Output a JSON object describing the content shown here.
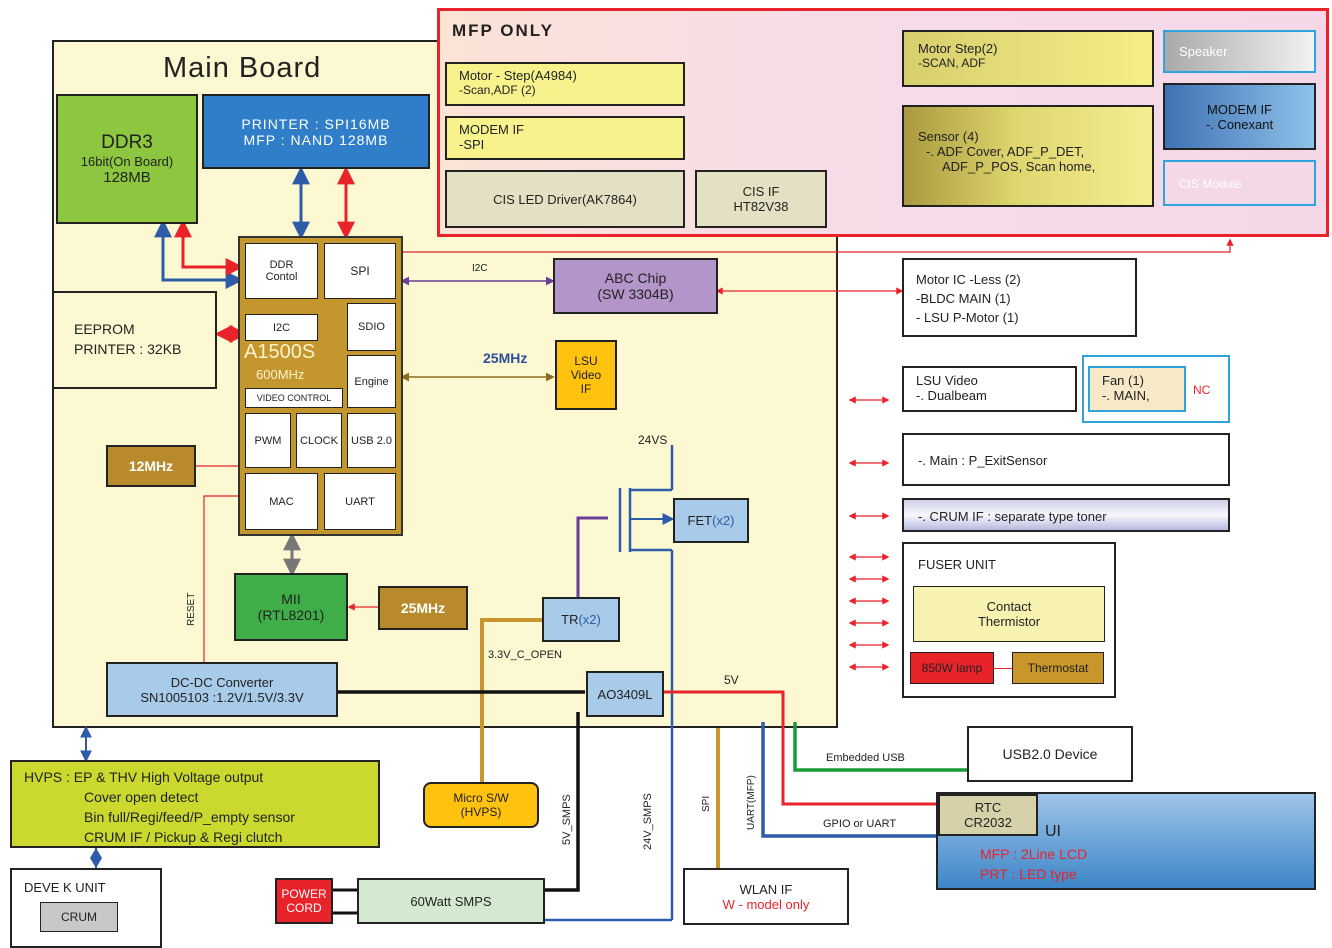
{
  "main_board": {
    "title": "Main Board"
  },
  "mfp_only": {
    "title": "MFP ONLY"
  },
  "ddr3": {
    "line1": "DDR3",
    "line2": "16bit(On Board)",
    "line3": "128MB"
  },
  "printer_mem": {
    "line1": "PRINTER : SPI16MB",
    "line2": "MFP : NAND 128MB"
  },
  "eeprom": {
    "line1": "EEPROM",
    "line2": "PRINTER : 32KB"
  },
  "soc": {
    "name": "A1500S",
    "freq": "600MHz",
    "blocks": {
      "ddr": "DDR Contol",
      "spi": "SPI",
      "i2c": "I2C",
      "sdio": "SDIO",
      "engine": "Engine",
      "video": "VIDEO CONTROL",
      "pwm": "PWM",
      "clock": "CLOCK",
      "usb": "USB 2.0",
      "mac": "MAC",
      "uart": "UART"
    }
  },
  "clk12": "12MHz",
  "clk25a": "25MHz",
  "clk25b": "25MHz",
  "abc_chip": {
    "line1": "ABC Chip",
    "line2": "(SW 3304B)"
  },
  "i2c_label": "I2C",
  "lsu_video_if": {
    "line1": "LSU",
    "line2": "Video",
    "line3": "IF"
  },
  "mii": {
    "line1": "MII",
    "line2": "(RTL8201)"
  },
  "reset_label": "RESET",
  "dcdc": {
    "line1": "DC-DC Converter",
    "line2": "SN1005103 :1.2V/1.5V/3.3V"
  },
  "fet": {
    "name": "FET",
    "qty": "(x2)"
  },
  "tr": {
    "name": "TR",
    "qty": "(x2)"
  },
  "ao": "AO3409L",
  "v24": "24VS",
  "v33": "3.3V_C_OPEN",
  "v5": "5V",
  "mfp": {
    "motor_step": {
      "line1": "Motor - Step(A4984)",
      "line2": "-Scan,ADF (2)"
    },
    "modem_if": {
      "line1": "MODEM IF",
      "line2": "-SPI"
    },
    "cis_led": "CIS LED Driver(AK7864)",
    "cis_if": {
      "line1": "CIS IF",
      "line2": "HT82V38"
    },
    "motor_step2": {
      "line1": "Motor Step(2)",
      "line2": "-SCAN, ADF"
    },
    "sensor": {
      "line1": "Sensor (4)",
      "line2": "-. ADF Cover, ADF_P_DET,",
      "line3": "ADF_P_POS, Scan home,"
    },
    "speaker": "Speaker",
    "modem_if2": {
      "line1": "MODEM IF",
      "line2": "-. Conexant"
    },
    "cis_module": "CIS Module"
  },
  "motor_ic": {
    "line1": "Motor IC -Less (2)",
    "line2": "-BLDC MAIN (1)",
    "line3": "- LSU P-Motor (1)"
  },
  "lsu_video": {
    "line1": "LSU Video",
    "line2": "-. Dualbeam"
  },
  "fan": {
    "line1": "Fan (1)",
    "line2": "-. MAIN,",
    "nc": "NC"
  },
  "exit_sensor": "-. Main : P_ExitSensor",
  "crum_if": "-. CRUM  IF : separate type toner",
  "fuser": {
    "title": "FUSER UNIT",
    "thermistor1": "Contact",
    "thermistor2": "Thermistor",
    "lamp": "850W lamp",
    "thermostat": "Thermostat"
  },
  "usb_device": "USB2.0 Device",
  "embedded_usb": "Embedded USB",
  "ui": {
    "title": "UI",
    "rtc1": "RTC",
    "rtc2": "CR2032",
    "mfp": "MFP : 2Line LCD",
    "prt": "PRT : LED type"
  },
  "gpio_label": "GPIO or UART",
  "uart_label": "UART(MFP)",
  "spi_label": "SPI",
  "v24_smps": "24V_SMPS",
  "v5_smps": "5V_SMPS",
  "hvps": {
    "line1": "HVPS : EP & THV High Voltage output",
    "line2": "Cover open detect",
    "line3": "Bin full/Regi/feed/P_empty sensor",
    "line4": "CRUM  IF / Pickup & Regi clutch"
  },
  "devek": {
    "title": "DEVE K UNIT",
    "crum": "CRUM"
  },
  "micro_sw": {
    "line1": "Micro S/W",
    "line2": "(HVPS)"
  },
  "power_cord": {
    "line1": "POWER",
    "line2": "CORD"
  },
  "smps": "60Watt SMPS",
  "wlan": {
    "line1": "WLAN IF",
    "line2": "W - model only"
  },
  "colors": {
    "red": "#e8232a",
    "blue": "#2e5ca8",
    "purple": "#6a3d9a",
    "brown": "#8a6d1f",
    "gray": "#777777",
    "green": "#1a9b3a",
    "gold": "#c8962a",
    "black": "#111111"
  }
}
